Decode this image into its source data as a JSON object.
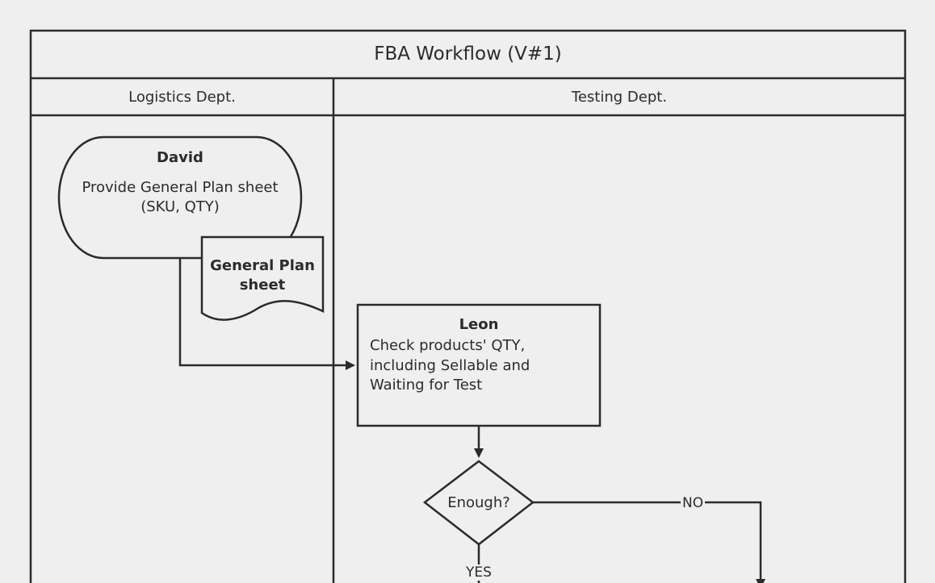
{
  "diagram": {
    "title": "FBA Workflow (V#1)",
    "lanes": [
      {
        "label": "Logistics Dept."
      },
      {
        "label": "Testing Dept."
      }
    ],
    "nodes": {
      "david": {
        "owner": "David",
        "text_line1": "Provide General Plan sheet",
        "text_line2": "(SKU, QTY)"
      },
      "general_plan_doc": {
        "line1": "General Plan",
        "line2": "sheet"
      },
      "leon": {
        "owner": "Leon",
        "line1": "Check products' QTY,",
        "line2": "including Sellable and",
        "line3": "Waiting for Test"
      },
      "decision": {
        "text": "Enough?"
      }
    },
    "edge_labels": {
      "no": "NO",
      "yes": "YES"
    }
  }
}
